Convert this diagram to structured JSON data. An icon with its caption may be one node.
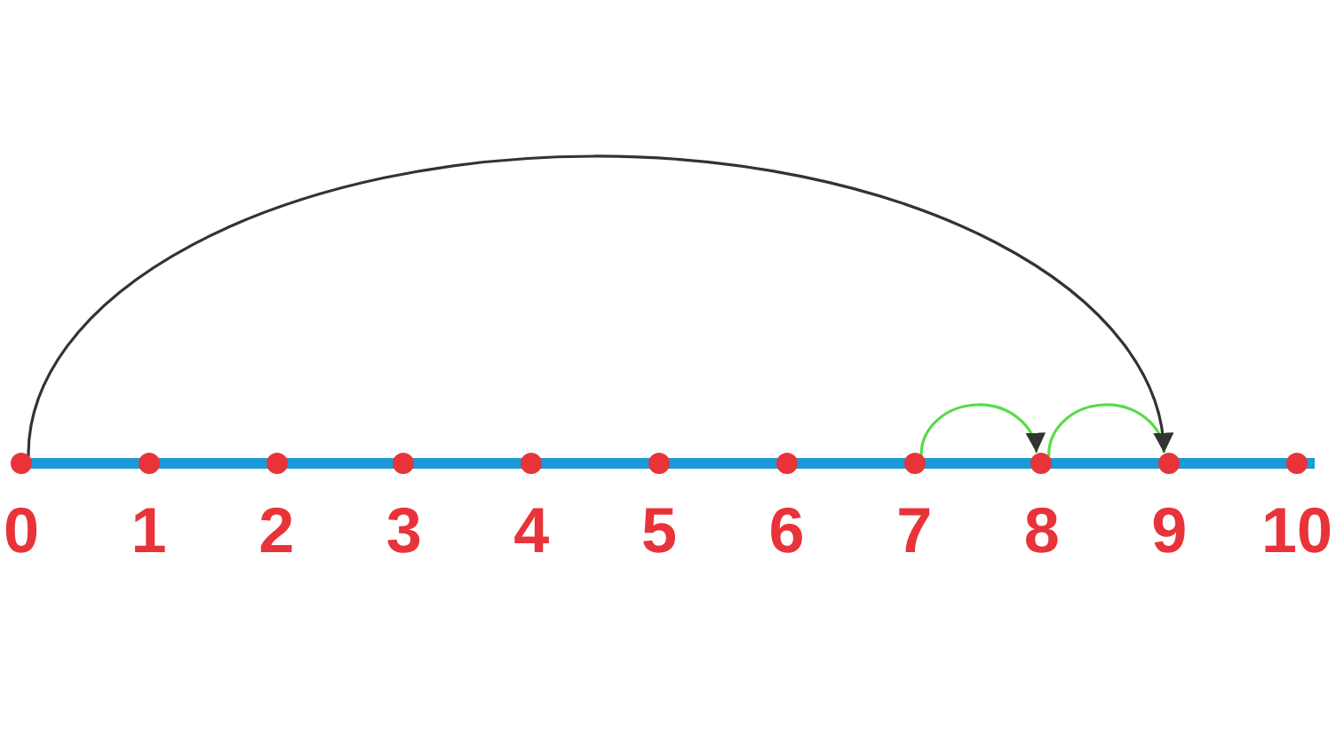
{
  "diagram": {
    "nodes": [
      {
        "text": [
          "0"
        ]
      },
      {
        "text": [
          "1"
        ]
      },
      {
        "text": [
          "2"
        ]
      },
      {
        "text": [
          "3"
        ]
      },
      {
        "text": [
          "4"
        ]
      },
      {
        "text": [
          "5"
        ]
      },
      {
        "text": [
          "6"
        ]
      },
      {
        "text": [
          "7"
        ]
      },
      {
        "text": [
          "8"
        ]
      },
      {
        "text": [
          "9"
        ]
      },
      {
        "text": [
          "10"
        ]
      }
    ],
    "edges": [
      {
        "from": 0,
        "to": 9,
        "arrow": "to",
        "color": "#333333"
      },
      {
        "from": 7,
        "to": 8,
        "arrow": "to",
        "color": "#55dd44"
      },
      {
        "from": 8,
        "to": 9,
        "arrow": "to",
        "color": "#55dd44"
      }
    ]
  }
}
